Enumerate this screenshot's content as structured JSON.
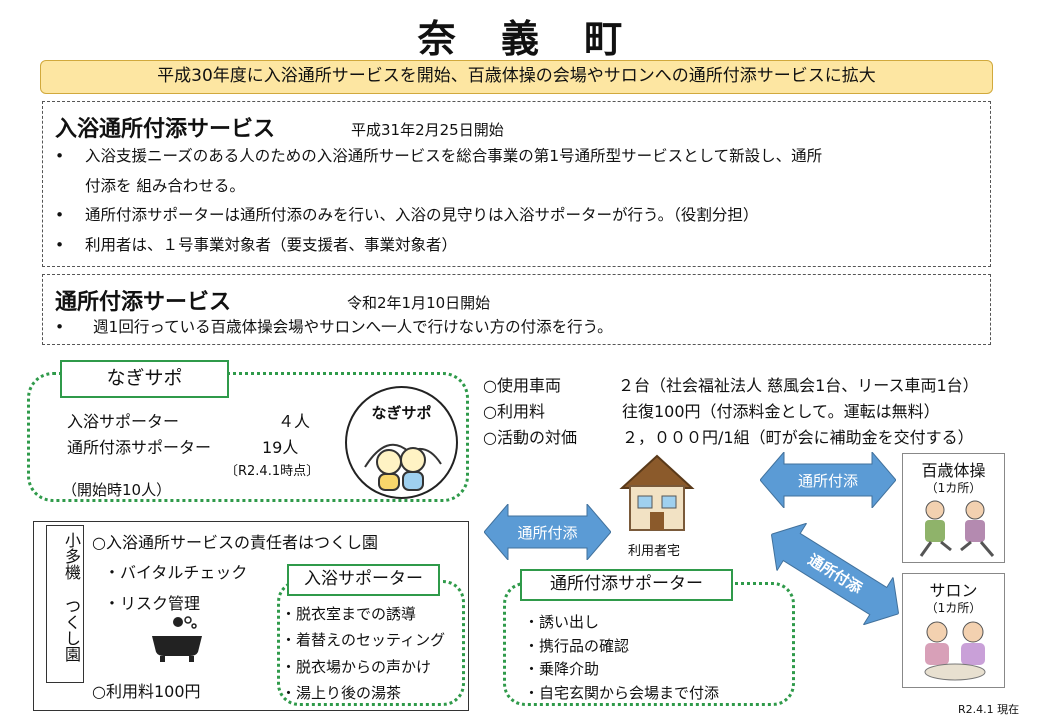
{
  "title": "奈 義 町",
  "banner": "平成30年度に入浴通所サービスを開始、百歳体操の会場やサロンへの通所付添サービスに拡大",
  "service1": {
    "heading": "入浴通所付添サービス",
    "date": "平成31年2月25日開始",
    "bullets": [
      "入浴支援ニーズのある人のための入浴通所サービスを総合事業の第1号通所型サービスとして新設し、通所",
      "付添を 組み合わせる。",
      "通所付添サポーターは通所付添のみを行い、入浴の見守りは入浴サポーターが行う。（役割分担）",
      "利用者は、１号事業対象者（要支援者、事業対象者）"
    ]
  },
  "service2": {
    "heading": "通所付添サービス",
    "date": "令和2年1月10日開始",
    "bullet": "週1回行っている百歳体操会場やサロンへ一人で行けない方の付添を行う。"
  },
  "nagisapo": {
    "tag": "なぎサポ",
    "row1_label": "入浴サポーター",
    "row1_value": "４人",
    "row2_label": "通所付添サポーター",
    "row2_value": "19人",
    "as_of": "〔R2.4.1時点〕",
    "start_note": "（開始時10人）",
    "logo_text": "なぎサポ"
  },
  "info": {
    "rows": [
      {
        "label": "○使用車両",
        "value": "２台（社会福祉法人 慈風会1台、リース車両1台）"
      },
      {
        "label": "○利用料",
        "value": "往復100円（付添料金として。運転は無料）"
      },
      {
        "label": "○活動の対価",
        "value": "２，０００円/1組（町が会に補助金を交付する）"
      }
    ]
  },
  "home_label": "利用者宅",
  "arrows": {
    "a1": "通所付添",
    "a2": "通所付添",
    "a3": "通所付添"
  },
  "hyakusai": {
    "name": "百歳体操",
    "count": "（1カ所）"
  },
  "salon": {
    "name": "サロン",
    "count": "（1カ所）"
  },
  "facility": {
    "side_label_1": "小多機",
    "side_label_2": "つくし園",
    "line1": "○入浴通所サービスの責任者はつくし園",
    "items": [
      "・バイタルチェック",
      "・リスク管理"
    ],
    "fee": "○利用料100円"
  },
  "bath_supporter": {
    "tag": "入浴サポーター",
    "items": [
      "・脱衣室までの誘導",
      "・着替えのセッティング",
      "・脱衣場からの声かけ",
      "・湯上り後の湯茶"
    ]
  },
  "escort_supporter": {
    "tag": "通所付添サポーター",
    "items": [
      "・誘い出し",
      "・携行品の確認",
      "・乗降介助",
      "・自宅玄関から会場まで付添"
    ]
  },
  "footnote": "R2.4.1 現在",
  "colors": {
    "banner_bg": "#fde6a2",
    "green": "#2f9a4a",
    "arrow_blue": "#5b9bd5"
  }
}
